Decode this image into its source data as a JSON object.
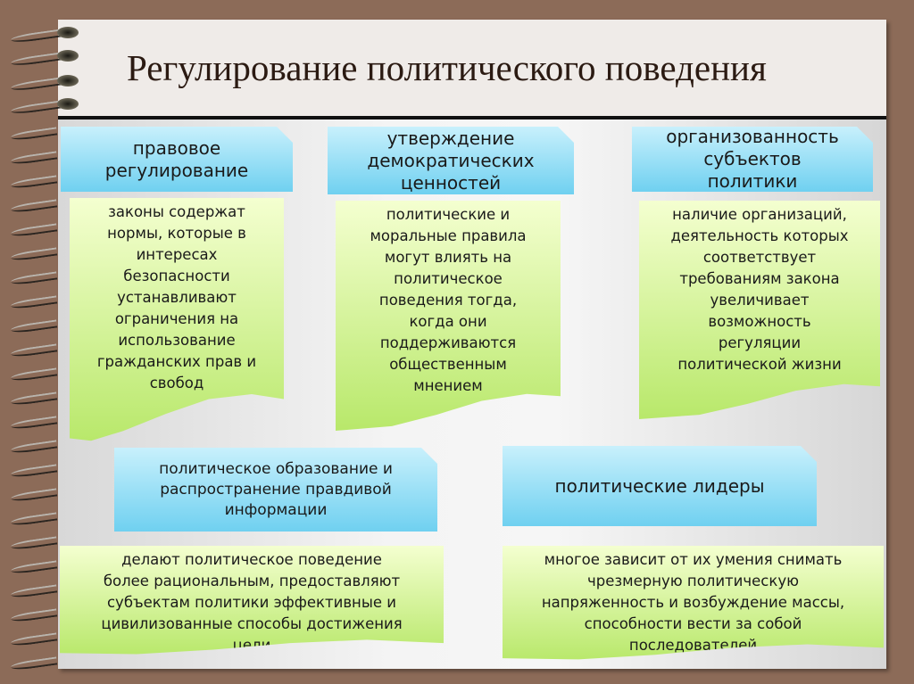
{
  "title": "Регулирование политического поведения",
  "colors": {
    "frame": "#8c6b58",
    "header_box": "#6fd0f0",
    "content_box": "#b8e86a"
  },
  "blocks": [
    {
      "heading": [
        "правовое",
        "регулирование"
      ],
      "text": [
        "законы содержат",
        "нормы, которые в",
        "интересах",
        "безопасности",
        "устанавливают",
        "ограничения на",
        "использование",
        "гражданских прав и",
        "свобод"
      ]
    },
    {
      "heading": [
        "утверждение",
        "демократических",
        "ценностей"
      ],
      "text": [
        "политические и",
        "моральные правила",
        "могут влиять на",
        "политическое",
        "поведения тогда,",
        "когда они",
        "поддерживаются",
        "общественным",
        "мнением"
      ]
    },
    {
      "heading": [
        "организованность",
        "субъектов",
        "политики"
      ],
      "text": [
        "наличие организаций,",
        "деятельность которых",
        "соответствует",
        "требованиям закона",
        "увеличивает",
        "возможность",
        "регуляции",
        "политической жизни"
      ]
    },
    {
      "heading": [
        "политическое образование и",
        "распространение правдивой",
        "информации"
      ],
      "text": [
        "делают политическое поведение",
        "более рациональным, предоставляют",
        "субъектам политики эффективные и",
        "цивилизованные способы достижения",
        "цели"
      ]
    },
    {
      "heading": [
        "политические лидеры"
      ],
      "text": [
        "многое зависит от их умения снимать",
        "чрезмерную политическую",
        "напряженность и возбуждение массы,",
        "способности вести за собой",
        "последователей"
      ]
    }
  ]
}
